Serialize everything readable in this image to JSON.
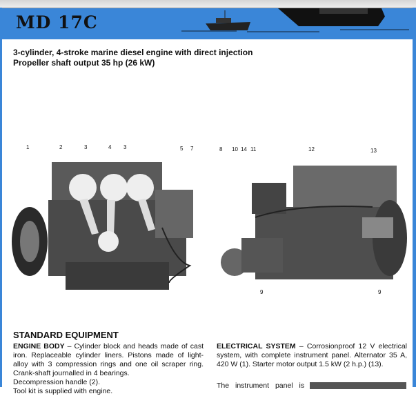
{
  "header": {
    "title": "MD 17C",
    "brand_color": "#3a86d8"
  },
  "subtitle": {
    "line1": "3-cylinder, 4-stroke marine diesel engine with direct injection",
    "line2": "Propeller shaft output 35 hp (26 kW)"
  },
  "left_engine": {
    "callouts": [
      "1",
      "2",
      "3",
      "4",
      "3",
      "5",
      "7"
    ]
  },
  "right_engine": {
    "callouts": [
      "8",
      "10",
      "14",
      "11",
      "12",
      "13",
      "9",
      "9"
    ]
  },
  "standard_equipment": {
    "heading": "STANDARD EQUIPMENT",
    "engine_body": {
      "label": "ENGINE BODY",
      "text": " – Cylinder block and heads made of cast iron. Replaceable cylinder liners. Pistons made of light-alloy with 3 compression rings and one oil scraper ring. Crank-shaft journalled in 4 bearings.",
      "line2": "Decompression handle (2).",
      "line3": "Tool kit is supplied with engine."
    },
    "electrical_system": {
      "label": "ELECTRICAL SYSTEM",
      "text": " – Corrosionproof 12 V electrical system, with complete instrument panel. Alternator 35 A, 420 W (1). Starter motor output 1.5 kW (2 h.p.) (13).",
      "panel_text": "The instrument panel is"
    }
  }
}
